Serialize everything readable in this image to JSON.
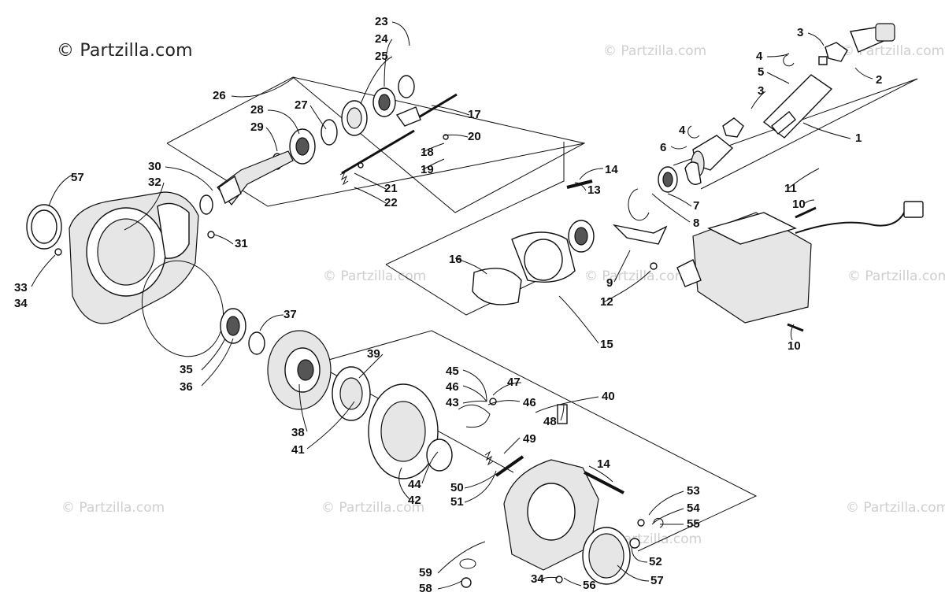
{
  "copyright": "© Partzilla.com",
  "watermark": "© Partzilla.com",
  "callouts": [
    "1",
    "2",
    "3",
    "3",
    "4",
    "4",
    "5",
    "6",
    "7",
    "8",
    "9",
    "10",
    "10",
    "11",
    "12",
    "13",
    "14",
    "14",
    "15",
    "16",
    "17",
    "18",
    "19",
    "20",
    "21",
    "22",
    "23",
    "24",
    "25",
    "26",
    "27",
    "28",
    "29",
    "30",
    "31",
    "32",
    "33",
    "34",
    "34",
    "35",
    "36",
    "37",
    "38",
    "39",
    "40",
    "41",
    "42",
    "43",
    "44",
    "45",
    "46",
    "46",
    "47",
    "48",
    "49",
    "50",
    "51",
    "52",
    "53",
    "54",
    "55",
    "56",
    "57",
    "57",
    "58",
    "59"
  ]
}
